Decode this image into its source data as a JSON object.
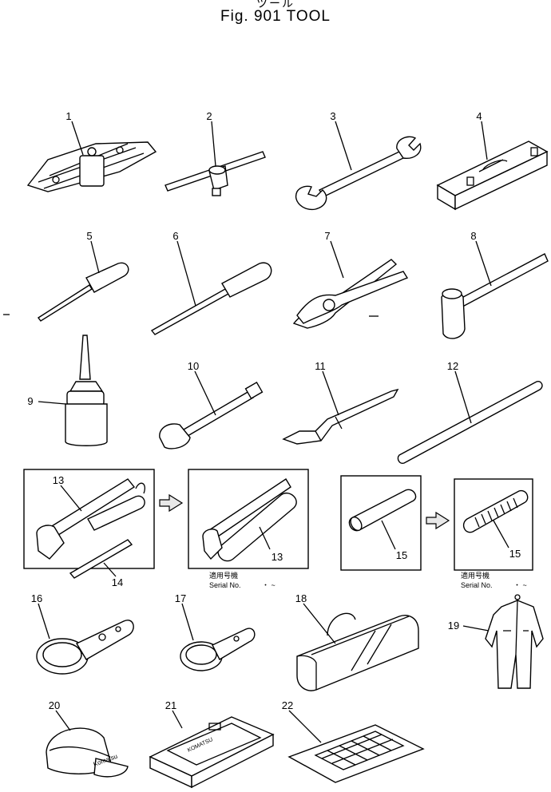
{
  "figure": {
    "subtitle_jp": "ツール",
    "title": "Fig. 901  TOOL"
  },
  "callouts": [
    "1",
    "2",
    "3",
    "4",
    "5",
    "6",
    "7",
    "8",
    "9",
    "10",
    "11",
    "12",
    "13",
    "13",
    "14",
    "15",
    "15",
    "16",
    "17",
    "18",
    "19",
    "20",
    "21",
    "22"
  ],
  "serial_notes": [
    {
      "jp": "適用号機",
      "en": "Serial No.",
      "range": "・ ~"
    },
    {
      "jp": "適用号機",
      "en": "Serial No.",
      "range": "・ ~"
    }
  ],
  "cap_text": "Komatsu",
  "case_text": "KOMATSU"
}
